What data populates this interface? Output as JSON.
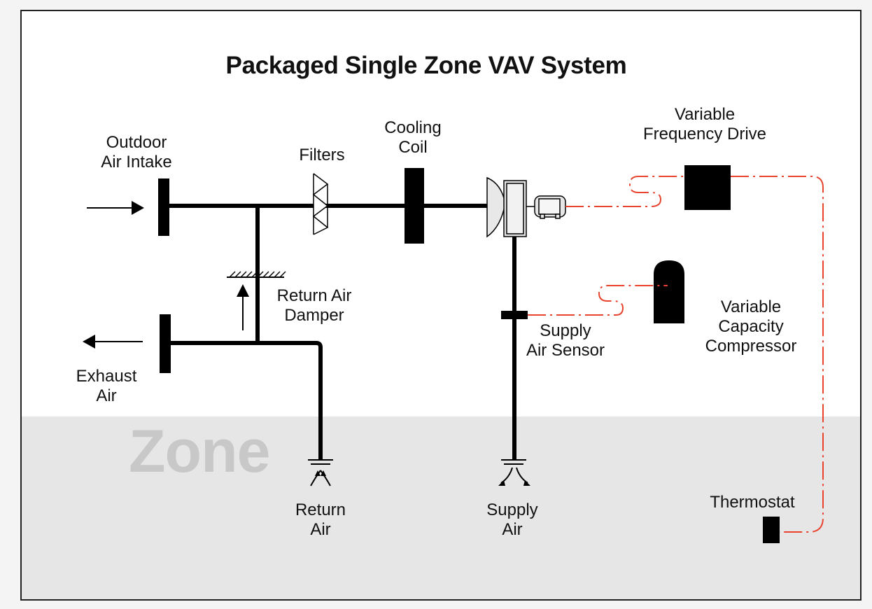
{
  "title": "Packaged Single Zone VAV System",
  "zone_label": "Zone",
  "labels": {
    "outdoor_air_intake": "Outdoor\nAir Intake",
    "filters": "Filters",
    "cooling_coil": "Cooling\nCoil",
    "variable_frequency_drive": "Variable\nFrequency Drive",
    "return_air_damper": "Return Air\nDamper",
    "exhaust_air": "Exhaust\nAir",
    "supply_air_sensor": "Supply\nAir Sensor",
    "variable_capacity_compressor": "Variable\nCapacity\nCompressor",
    "return_air": "Return\nAir",
    "supply_air": "Supply\nAir",
    "thermostat": "Thermostat"
  },
  "colors": {
    "duct": "#000000",
    "control_wire": "#e8432e",
    "zone_band": "#e6e6e6",
    "zone_text": "#c8c8c8",
    "panel": "#ffffff"
  }
}
